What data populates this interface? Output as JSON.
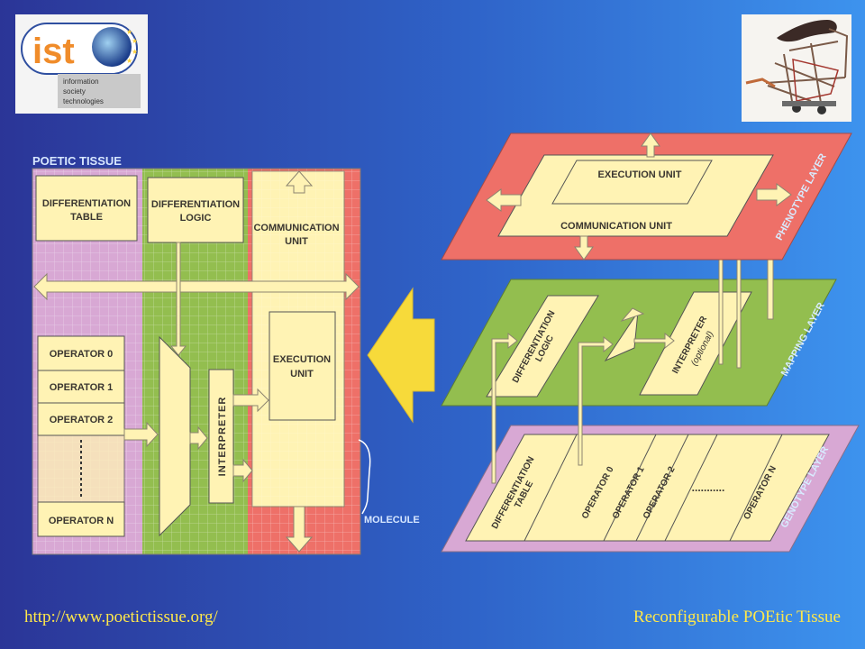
{
  "logo": {
    "ist": "ist",
    "lines": [
      "information",
      "society",
      "technologies"
    ]
  },
  "tissue": {
    "title": "POETIC TISSUE",
    "diff_table": [
      "DIFFERENTIATION",
      "TABLE"
    ],
    "diff_logic": [
      "DIFFERENTIATION",
      "LOGIC"
    ],
    "comm_unit": [
      "COMMUNICATION",
      "UNIT"
    ],
    "exec_unit": [
      "EXECUTION",
      "UNIT"
    ],
    "operators": [
      "OPERATOR 0",
      "OPERATOR 1",
      "OPERATOR 2",
      "OPERATOR N"
    ],
    "interpreter": "INTERPRETER",
    "molecule": "MOLECULE"
  },
  "layers": {
    "phenotype": {
      "name": "PHENOTYPE LAYER",
      "exec": "EXECUTION UNIT",
      "comm": "COMMUNICATION UNIT"
    },
    "mapping": {
      "name": "MAPPING LAYER",
      "diff_logic": [
        "DIFFERENTIATION",
        "LOGIC"
      ],
      "interpreter": [
        "INTERPRETER",
        "(optional)"
      ]
    },
    "genotype": {
      "name": "GENOTYPE LAYER",
      "diff_table": [
        "DIFFERENTIATION",
        "TABLE"
      ],
      "operators": [
        "OPERATOR 0",
        "OPERATOR 1",
        "OPERATOR 2",
        "OPERATOR N"
      ],
      "dots": "..........."
    }
  },
  "footer": {
    "url": "http://www.poetictissue.org/",
    "title": "Reconfigurable POEtic Tissue"
  },
  "colors": {
    "pink": "#d8a8d4",
    "green": "#93be4f",
    "red": "#ee7068",
    "cream": "#fff3b4",
    "yellow_arrow": "#f7da3a",
    "footer_text": "#ffe84a"
  }
}
